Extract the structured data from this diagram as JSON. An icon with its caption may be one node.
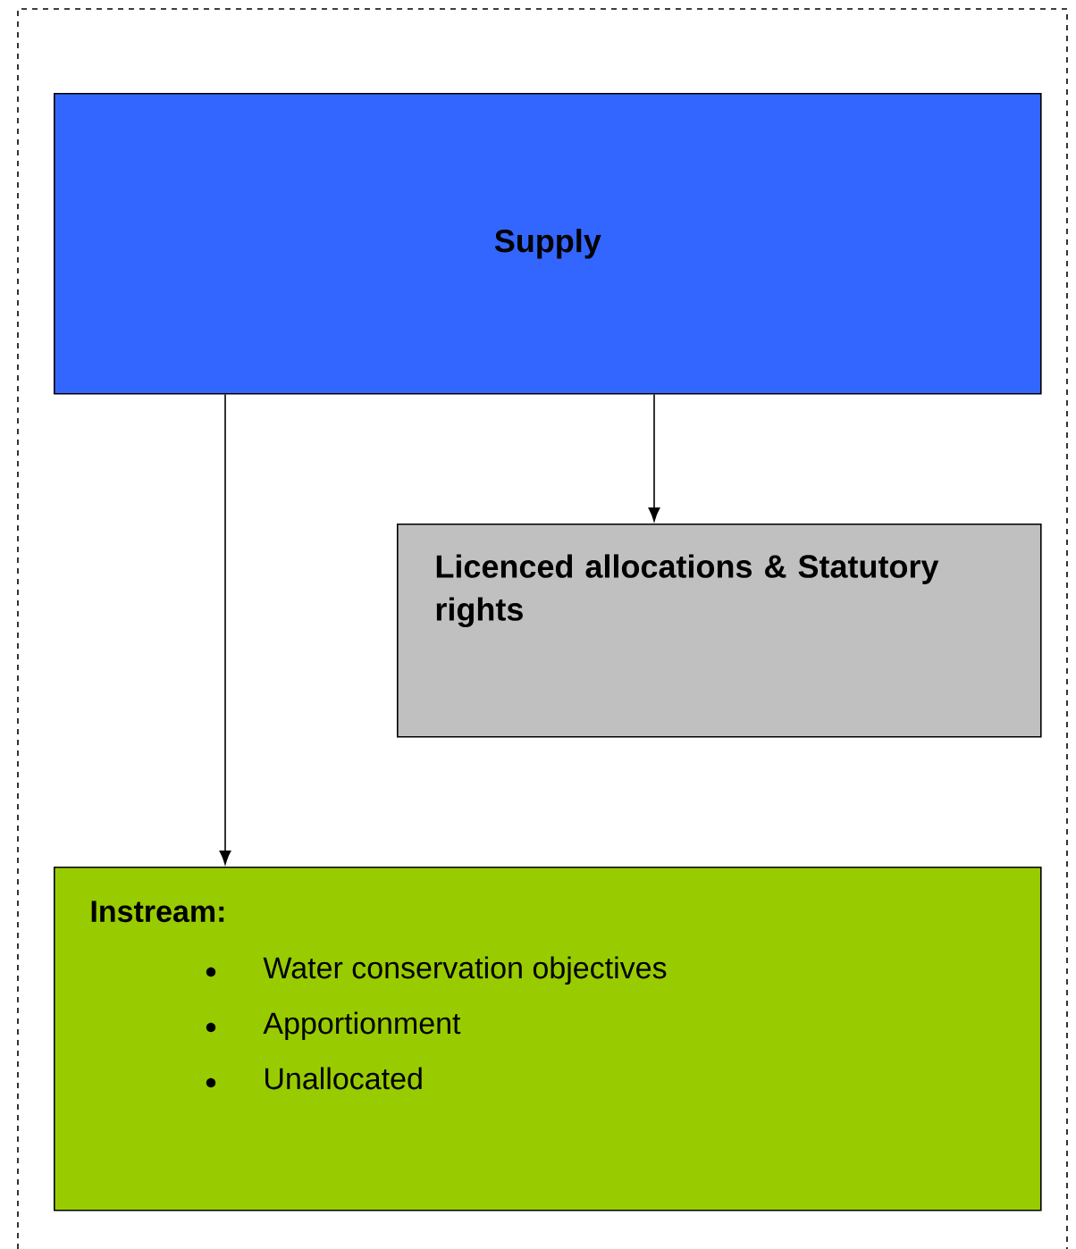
{
  "diagram": {
    "nodes": [
      {
        "text": [
          "Supply"
        ]
      },
      {
        "text": [
          "Licenced allocations & Statutory rights"
        ]
      },
      {
        "text": [
          "Instream:",
          "Water conservation objectives",
          "Apportionment",
          "Unallocated"
        ]
      }
    ],
    "edges": [
      {
        "from": 0,
        "to": 2,
        "arrow": "to"
      },
      {
        "from": 0,
        "to": 1,
        "arrow": "to"
      }
    ]
  }
}
